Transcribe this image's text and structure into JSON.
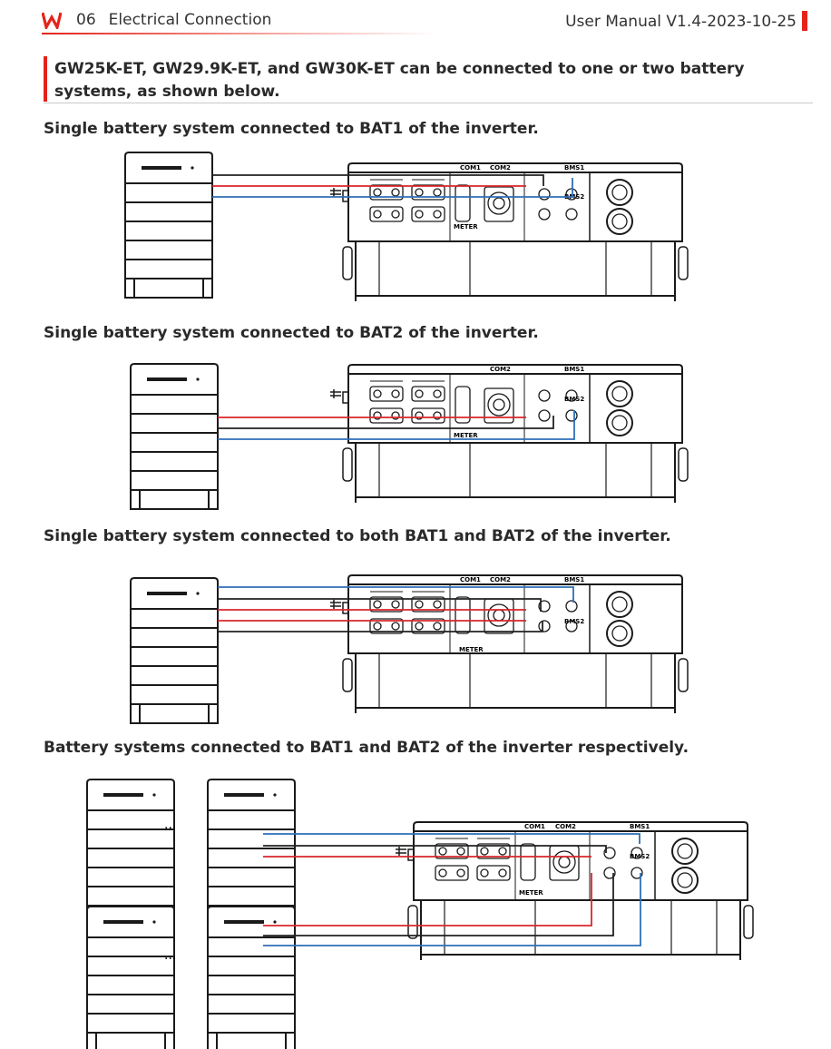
{
  "header": {
    "chapter_number": "06",
    "chapter_title": "Electrical Connection",
    "manual_version": "User Manual V1.4-2023-10-25"
  },
  "intro_text": "GW25K-ET, GW29.9K-ET, and GW30K-ET can be connected to one or two battery systems, as shown below.",
  "figures": [
    {
      "caption": "Single battery system connected to BAT1 of the inverter."
    },
    {
      "caption": "Single battery system connected to BAT2 of the inverter."
    },
    {
      "caption": "Single battery system connected to both BAT1 and BAT2 of the inverter."
    },
    {
      "caption": "Battery systems connected to BAT1 and BAT2 of the inverter respectively."
    }
  ],
  "inverter_labels": {
    "com1": "COM1",
    "com2": "COM2",
    "bms1": "BMS1",
    "bms2": "BMS2",
    "meter": "METER"
  },
  "ellipsis": "...",
  "colors": {
    "accent": "#e5231b",
    "positive_cable": "#d9262b",
    "communication_cable": "#2f6fb8",
    "negative_cable": "#222222",
    "line_art": "#1a1a1a"
  },
  "icons": [
    "brand-logo-icon",
    "battery-stack-icon",
    "inverter-icon"
  ]
}
